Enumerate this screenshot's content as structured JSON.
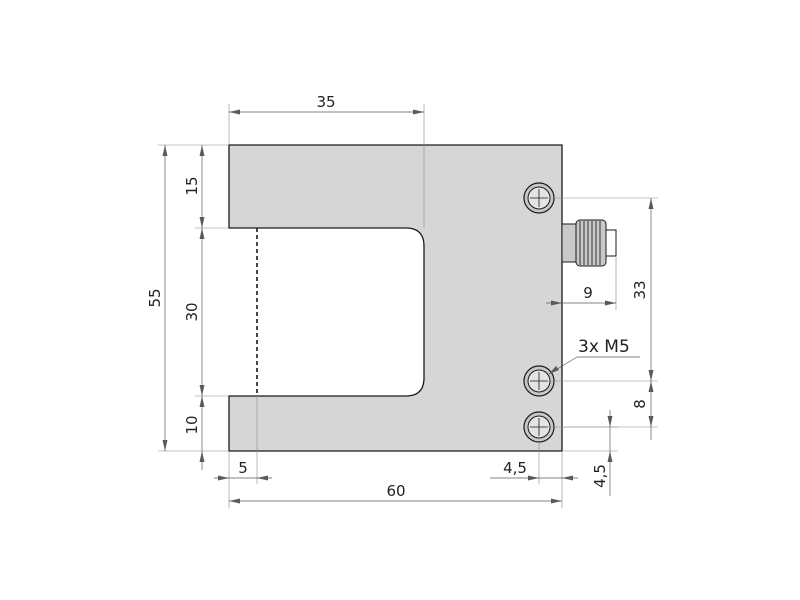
{
  "drawing": {
    "body_fill": "#d6d6d6",
    "outline_color": "#1a1a1a",
    "dimension_color": "#5a5a5a",
    "dimensions": {
      "slot_depth": "35",
      "top_height": "15",
      "overall_height": "55",
      "slot_width": "30",
      "bottom_height": "10",
      "slot_offset": "5",
      "overall_width": "60",
      "connector_length": "9",
      "hole_spacing": "33",
      "bottom_hole_spacing": "8",
      "hole_edge_offset_h": "4,5",
      "hole_edge_offset_v": "4,5"
    },
    "callout": "3x M5"
  }
}
